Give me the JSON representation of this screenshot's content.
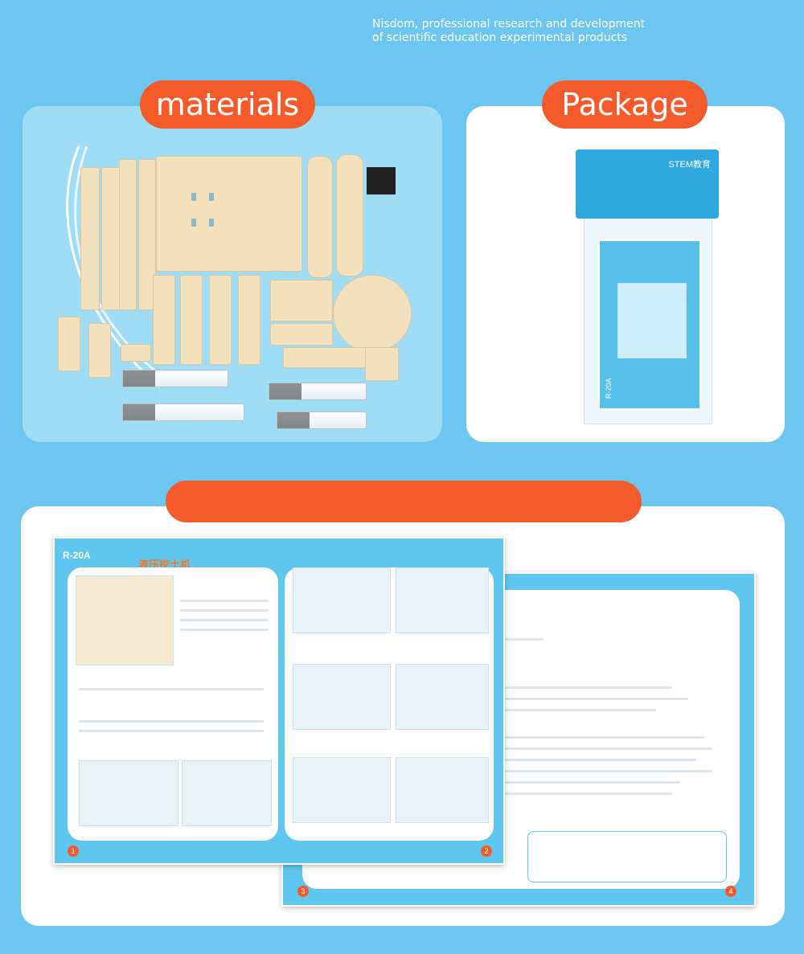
{
  "tagline": {
    "line1": "Nisdom, professional research and development",
    "line2": "of scientific education experimental products"
  },
  "sections": {
    "materials_label": "materials",
    "package_label": "Package"
  },
  "package": {
    "stem_text": "STEM教育",
    "model": "R-20A"
  },
  "manual": {
    "model": "R-20A",
    "title": "液压挖土机",
    "page_numbers": [
      "1",
      "2",
      "3",
      "4"
    ]
  },
  "colors": {
    "background": "#6cc6ef",
    "accent": "#f45a2a",
    "materials_panel": "#9fdcf6",
    "wood": "#f3e0bd"
  }
}
